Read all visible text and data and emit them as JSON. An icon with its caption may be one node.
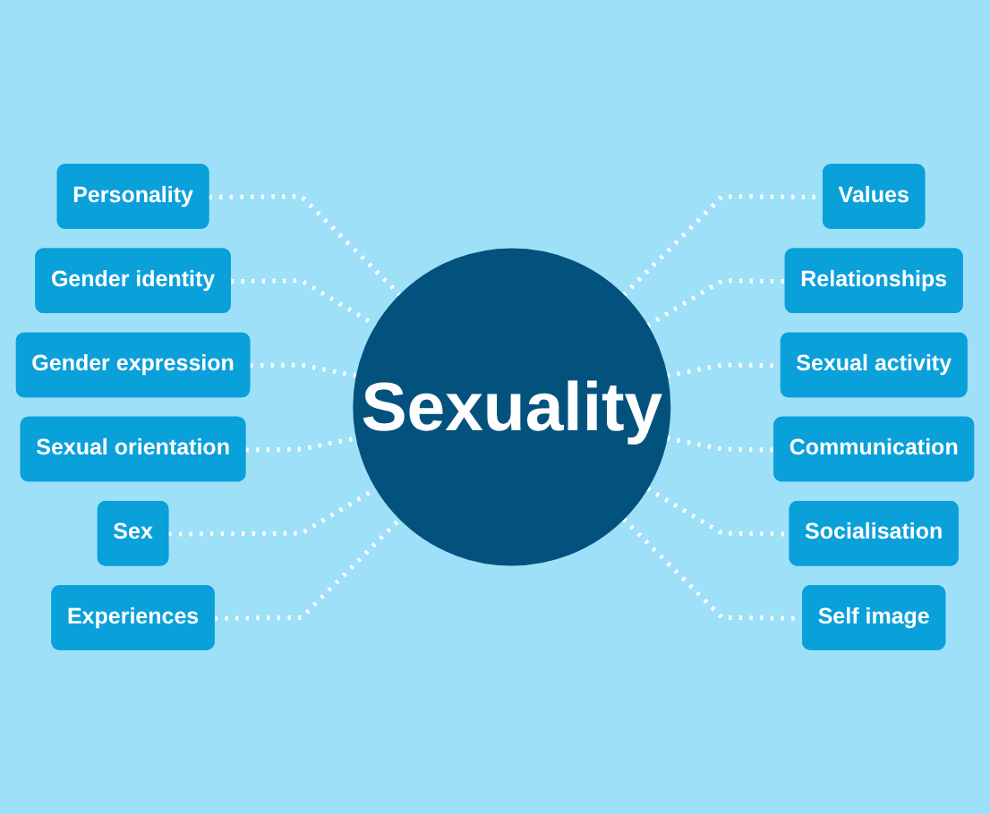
{
  "diagram": {
    "nodes": [
      {
        "text": [
          "Sexuality"
        ]
      },
      {
        "text": [
          "Values"
        ]
      },
      {
        "text": [
          "Relationships"
        ]
      },
      {
        "text": [
          "Sexual activity"
        ]
      },
      {
        "text": [
          "Communication"
        ]
      },
      {
        "text": [
          "Socialisation"
        ]
      },
      {
        "text": [
          "Self image"
        ]
      },
      {
        "text": [
          "Experiences"
        ]
      },
      {
        "text": [
          "Sex"
        ]
      },
      {
        "text": [
          "Sexual orientation"
        ]
      },
      {
        "text": [
          "Gender expression"
        ]
      },
      {
        "text": [
          "Gender identity"
        ]
      },
      {
        "text": [
          "Personality"
        ]
      }
    ],
    "edges": [
      {
        "from": 0,
        "to": 1,
        "arrow": "none",
        "style": "dashed"
      },
      {
        "from": 0,
        "to": 2,
        "arrow": "none",
        "style": "dashed"
      },
      {
        "from": 0,
        "to": 3,
        "arrow": "none",
        "style": "dashed"
      },
      {
        "from": 0,
        "to": 4,
        "arrow": "none",
        "style": "dashed"
      },
      {
        "from": 0,
        "to": 5,
        "arrow": "none",
        "style": "dashed"
      },
      {
        "from": 0,
        "to": 6,
        "arrow": "none",
        "style": "dashed"
      },
      {
        "from": 0,
        "to": 12,
        "arrow": "none",
        "style": "dashed"
      },
      {
        "from": 0,
        "to": 11,
        "arrow": "none",
        "style": "dashed"
      },
      {
        "from": 0,
        "to": 10,
        "arrow": "none",
        "style": "dashed"
      },
      {
        "from": 0,
        "to": 9,
        "arrow": "none",
        "style": "dashed"
      },
      {
        "from": 0,
        "to": 8,
        "arrow": "none",
        "style": "dashed"
      },
      {
        "from": 0,
        "to": 7,
        "arrow": "none",
        "style": "dashed"
      }
    ]
  }
}
